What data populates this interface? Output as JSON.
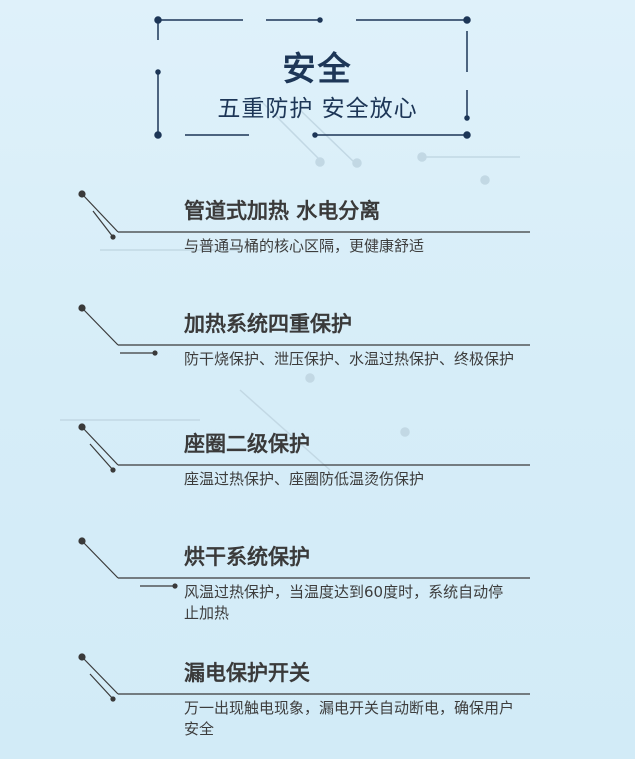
{
  "header": {
    "title": "安全",
    "subtitle": "五重防护 安全放心"
  },
  "colors": {
    "frame": "#1d3657",
    "line": "#3a3a3a",
    "background": "#d9eef8"
  },
  "features": [
    {
      "title": "管道式加热 水电分离",
      "desc": "与普通马桶的核心区隔，更健康舒适"
    },
    {
      "title": "加热系统四重保护",
      "desc": "防干烧保护、泄压保护、水温过热保护、终极保护"
    },
    {
      "title": "座圈二级保护",
      "desc": "座温过热保护、座圈防低温烫伤保护"
    },
    {
      "title": "烘干系统保护",
      "desc": "风温过热保护，当温度达到60度时，系统自动停止加热"
    },
    {
      "title": "漏电保护开关",
      "desc": "万一出现触电现象，漏电开关自动断电，确保用户安全"
    }
  ]
}
